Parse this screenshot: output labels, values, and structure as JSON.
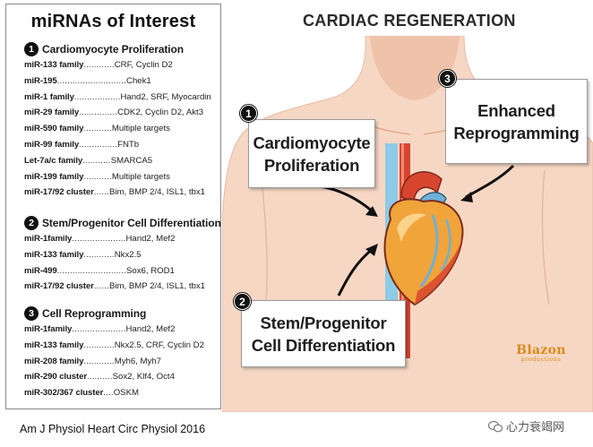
{
  "left_panel": {
    "title": "miRNAs of Interest",
    "sections": [
      {
        "number": "1",
        "title": "Cardiomyocyte Proliferation",
        "rows": [
          {
            "mirna": "miR-133 family",
            "dots": "............",
            "targets": "CRF, Cyclin D2"
          },
          {
            "mirna": "miR-195",
            "dots": "...........................",
            "targets": "Chek1"
          },
          {
            "mirna": "miR-1 family",
            "dots": "..................",
            "targets": "Hand2, SRF, Myocardin"
          },
          {
            "mirna": "miR-29 family",
            "dots": "...............",
            "targets": "CDK2, Cyclin D2, Akt3"
          },
          {
            "mirna": "miR-590 family",
            "dots": "...........",
            "targets": "Multiple targets"
          },
          {
            "mirna": "miR-99 family",
            "dots": "...............",
            "targets": "FNTb"
          },
          {
            "mirna": "Let-7a/c family",
            "dots": "...........",
            "targets": "SMARCA5"
          },
          {
            "mirna": "miR-199 family",
            "dots": "...........",
            "targets": "Multiple targets"
          },
          {
            "mirna": "miR-17/92 cluster",
            "dots": "......",
            "targets": "Bim, BMP 2/4, ISL1, tbx1"
          }
        ]
      },
      {
        "number": "2",
        "title": "Stem/Progenitor Cell Differentiation",
        "rows": [
          {
            "mirna": "miR-1family",
            "dots": ".....................",
            "targets": "Hand2, Mef2"
          },
          {
            "mirna": "miR-133 family",
            "dots": "............",
            "targets": "Nkx2.5"
          },
          {
            "mirna": "miR-499",
            "dots": "...........................",
            "targets": "Sox6, ROD1"
          },
          {
            "mirna": "miR-17/92 cluster",
            "dots": "......",
            "targets": "Bim, BMP 2/4, ISL1, tbx1"
          }
        ]
      },
      {
        "number": "3",
        "title": "Cell Reprogramming",
        "rows": [
          {
            "mirna": "miR-1family",
            "dots": ".....................",
            "targets": "Hand2, Mef2"
          },
          {
            "mirna": "miR-133 family",
            "dots": "............",
            "targets": "Nkx2.5, CRF, Cyclin D2"
          },
          {
            "mirna": "miR-208 family",
            "dots": "............",
            "targets": "Myh6, Myh7"
          },
          {
            "mirna": "miR-290 cluster",
            "dots": "..........",
            "targets": "Sox2, Klf4, Oct4"
          },
          {
            "mirna": "miR-302/367 cluster",
            "dots": "....",
            "targets": "OSKM"
          }
        ]
      }
    ]
  },
  "citation": "Am J Physiol Heart Circ Physiol  2016",
  "diagram": {
    "title": "CARDIAC REGENERATION",
    "callouts": [
      {
        "number": "1",
        "line1": "Cardiomyocyte",
        "line2": "Proliferation"
      },
      {
        "number": "2",
        "line1": "Stem/Progenitor",
        "line2": "Cell Differentiation"
      },
      {
        "number": "3",
        "line1": "Enhanced",
        "line2": "Reprogramming"
      }
    ],
    "logo": {
      "word": "Blazon",
      "sub": "productions"
    }
  },
  "watermark": "心力衰竭网",
  "colors": {
    "skin": "#f6d7c4",
    "skin_shadow": "#efc3aa",
    "heart_red": "#d8452e",
    "heart_orange": "#f0a43a",
    "vessel_blue": "#8ecbe6",
    "logo_orange": "#d98a1a"
  }
}
